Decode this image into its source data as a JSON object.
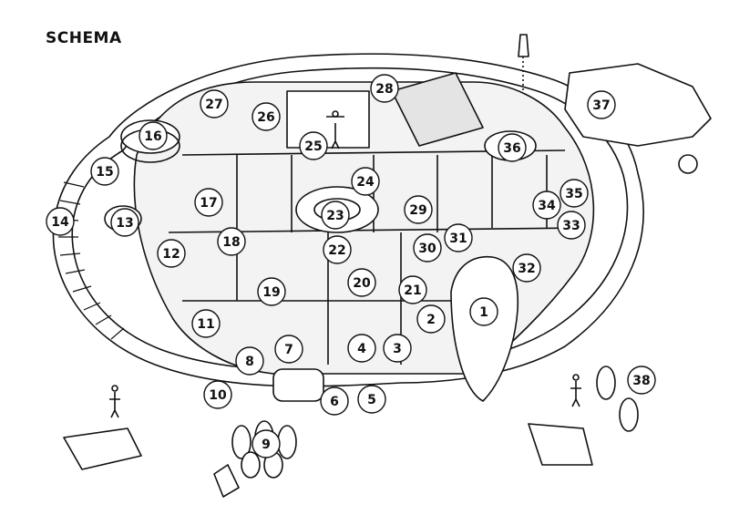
{
  "title": "SCHEMA",
  "callouts": [
    {
      "label": "1"
    },
    {
      "label": "2"
    },
    {
      "label": "3"
    },
    {
      "label": "4"
    },
    {
      "label": "5"
    },
    {
      "label": "6"
    },
    {
      "label": "7"
    },
    {
      "label": "8"
    },
    {
      "label": "9"
    },
    {
      "label": "10"
    },
    {
      "label": "11"
    },
    {
      "label": "12"
    },
    {
      "label": "13"
    },
    {
      "label": "14"
    },
    {
      "label": "15"
    },
    {
      "label": "16"
    },
    {
      "label": "17"
    },
    {
      "label": "18"
    },
    {
      "label": "19"
    },
    {
      "label": "20"
    },
    {
      "label": "21"
    },
    {
      "label": "22"
    },
    {
      "label": "23"
    },
    {
      "label": "24"
    },
    {
      "label": "25"
    },
    {
      "label": "26"
    },
    {
      "label": "27"
    },
    {
      "label": "28"
    },
    {
      "label": "29"
    },
    {
      "label": "30"
    },
    {
      "label": "31"
    },
    {
      "label": "32"
    },
    {
      "label": "33"
    },
    {
      "label": "34"
    },
    {
      "label": "35"
    },
    {
      "label": "36"
    },
    {
      "label": "37"
    },
    {
      "label": "38"
    }
  ]
}
